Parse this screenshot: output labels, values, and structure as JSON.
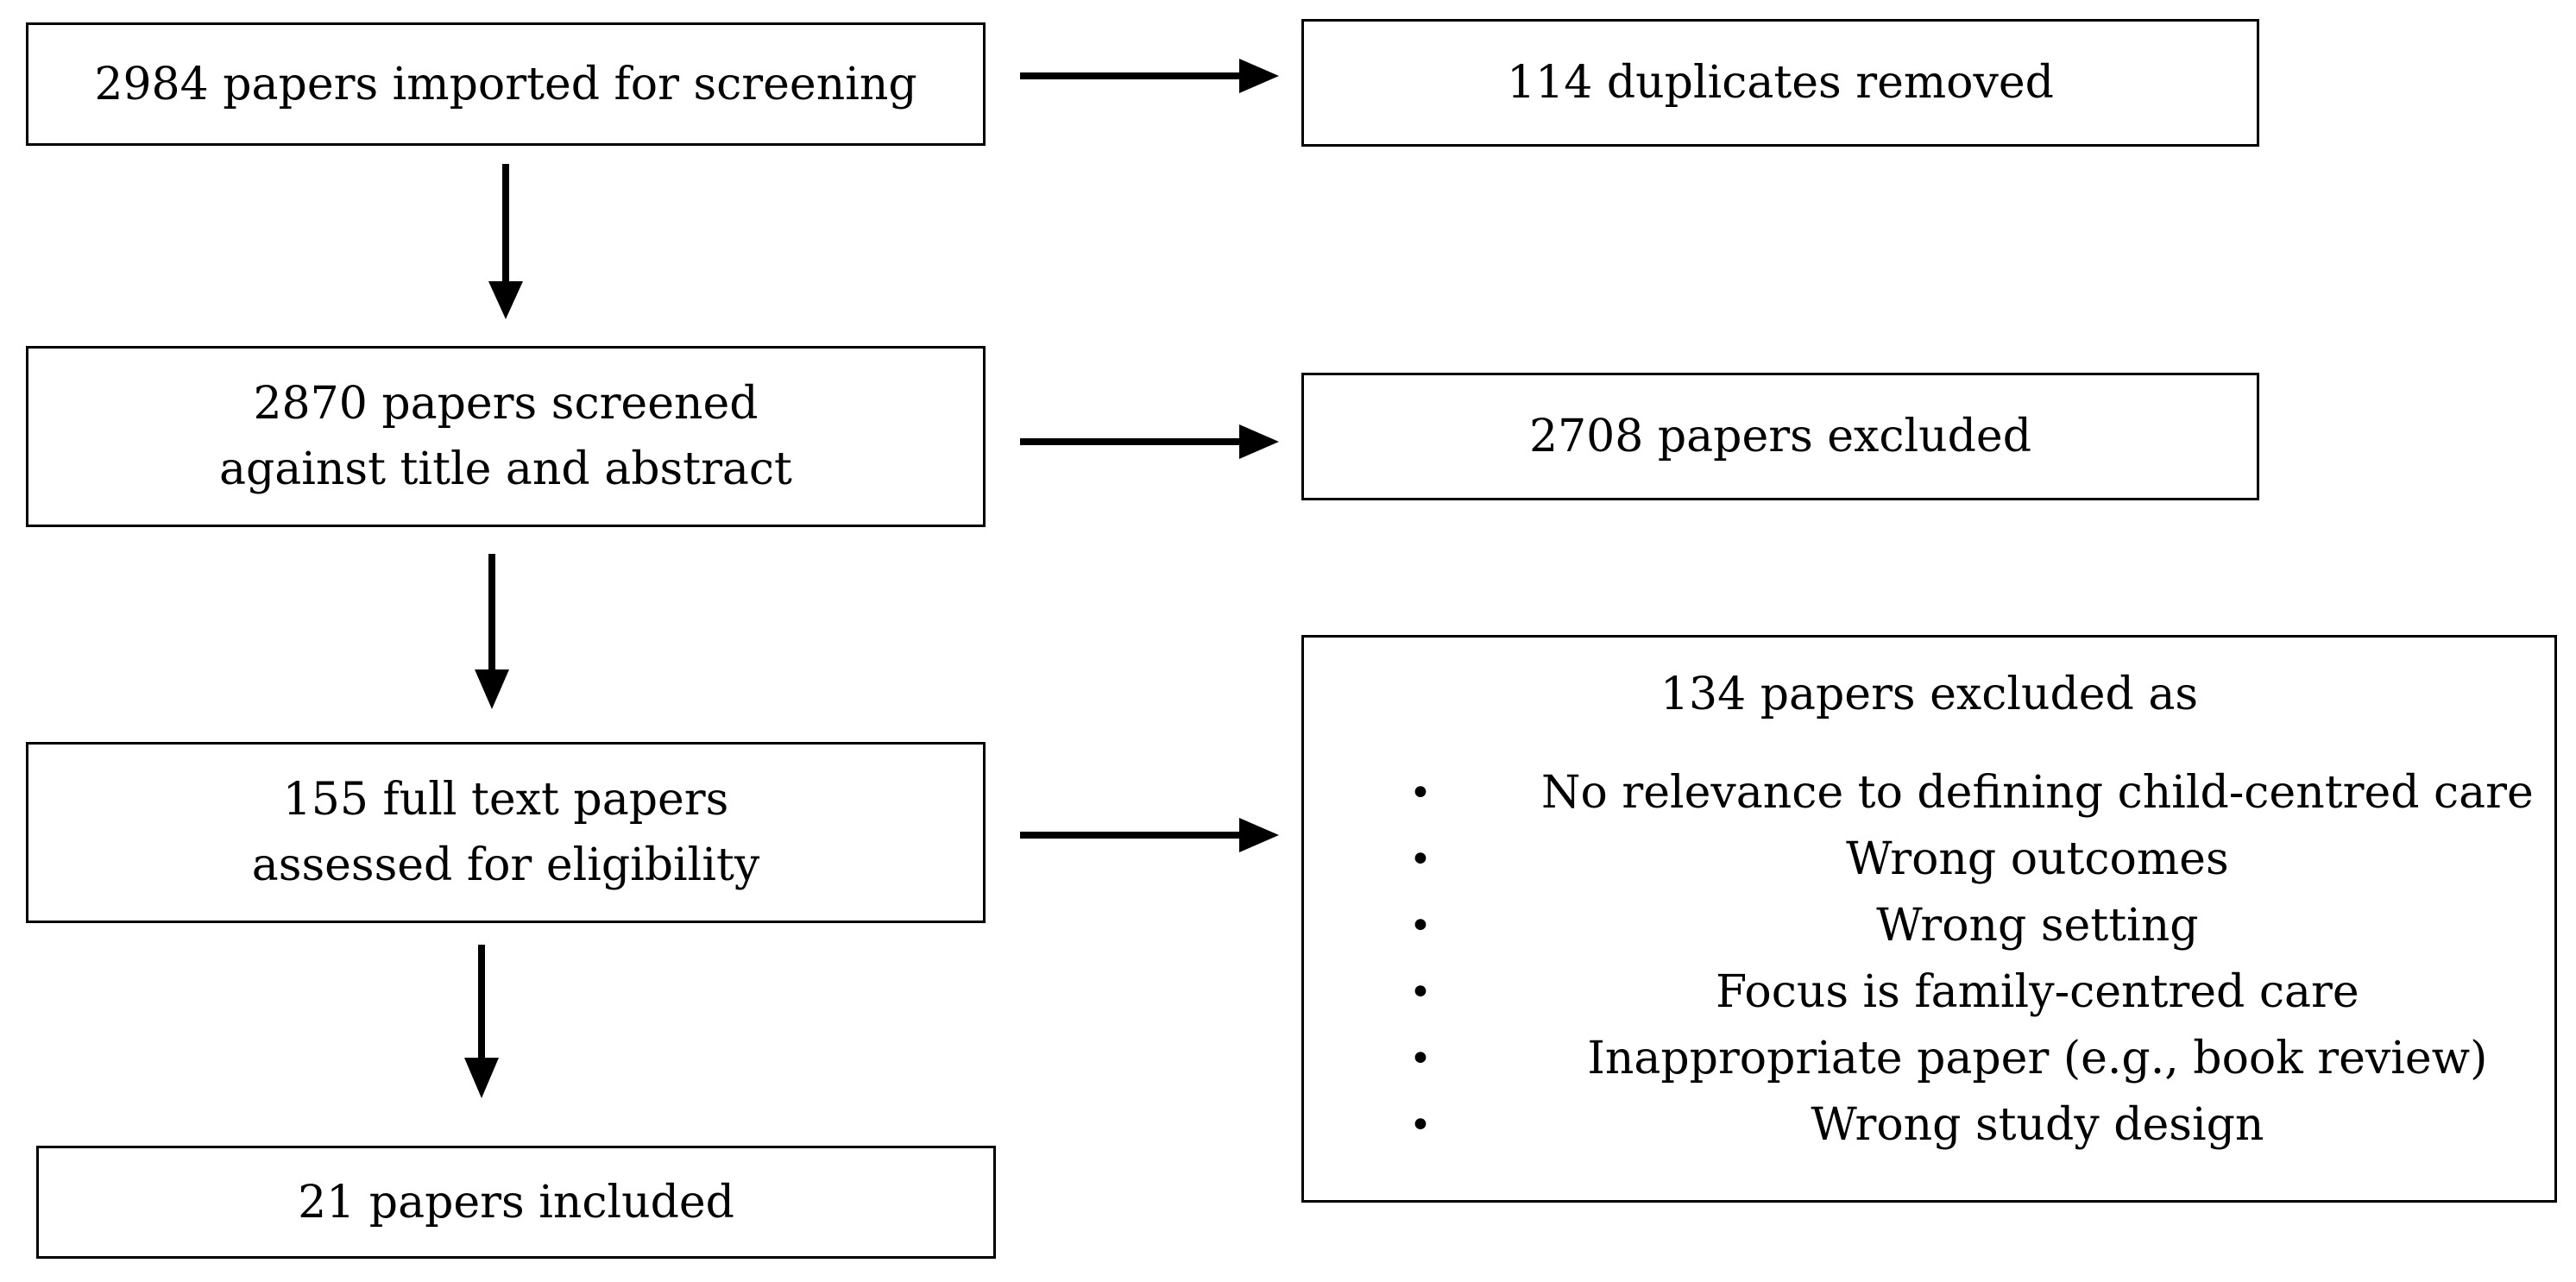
{
  "flow": {
    "imported": {
      "line1": "2984 papers imported for screening"
    },
    "duplicates": {
      "line1": "114 duplicates removed"
    },
    "screened": {
      "line1": "2870 papers screened",
      "line2": "against title and abstract"
    },
    "excluded_title_abstract": {
      "line1": "2708 papers excluded"
    },
    "full_text": {
      "line1": "155 full text papers",
      "line2": "assessed for eligibility"
    },
    "included": {
      "line1": "21 papers included"
    },
    "full_text_exclusions": {
      "title": "134 papers excluded as",
      "bullet_glyph": "•",
      "reasons": [
        "No relevance to defining child-centred care",
        "Wrong outcomes",
        "Wrong setting",
        "Focus is family-centred care",
        "Inappropriate paper (e.g., book review)",
        "Wrong study design"
      ]
    }
  },
  "colors": {
    "stroke": "#000000",
    "background": "#ffffff"
  }
}
